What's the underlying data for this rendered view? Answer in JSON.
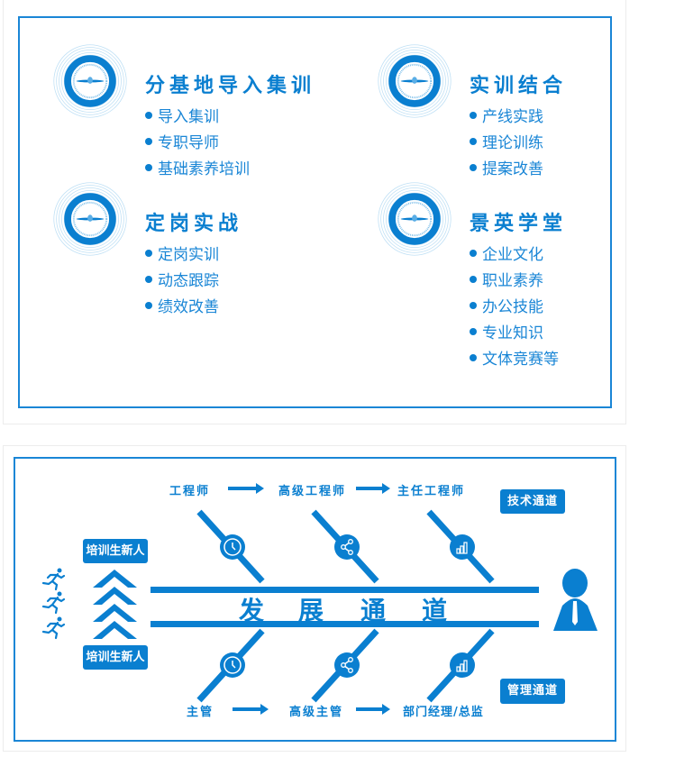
{
  "training": {
    "blocks": [
      {
        "title": "分基地导入集训",
        "items": [
          "导入集训",
          "专职导师",
          "基础素养培训"
        ]
      },
      {
        "title": "实训结合",
        "items": [
          "产线实践",
          "理论训练",
          "提案改善"
        ]
      },
      {
        "title": "定岗实战",
        "items": [
          "定岗实训",
          "动态跟踪",
          "绩效改善"
        ]
      },
      {
        "title": "景英学堂",
        "items": [
          "企业文化",
          "职业素养",
          "办公技能",
          "专业知识",
          "文体竞赛等"
        ]
      }
    ]
  },
  "career": {
    "center_title": [
      "发",
      "展",
      "通",
      "道"
    ],
    "tech_track": {
      "label": "技术通道",
      "steps": [
        "工程师",
        "高级工程师",
        "主任工程师"
      ]
    },
    "mgmt_track": {
      "label": "管理通道",
      "steps": [
        "主管",
        "高级主管",
        "部门经理/总监"
      ]
    },
    "newcomer_label_top": "培训生新人",
    "newcomer_label_bottom": "培训生新人",
    "icons": [
      "clock-icon",
      "share-icon",
      "bar-chart-icon"
    ]
  },
  "colors": {
    "accent": "#0a7fd0"
  }
}
